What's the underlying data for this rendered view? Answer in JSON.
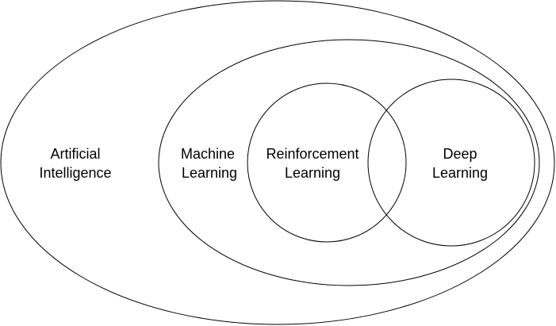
{
  "diagram": {
    "stroke_color": "#000000",
    "background_color": "#ffffff",
    "ai": {
      "line1": "Artificial",
      "line2": "Intelligence"
    },
    "ml": {
      "line1": "Machine",
      "line2": "Learning"
    },
    "rl": {
      "line1": "Reinforcement",
      "line2": "Learning"
    },
    "dl": {
      "line1": "Deep",
      "line2": "Learning"
    }
  }
}
